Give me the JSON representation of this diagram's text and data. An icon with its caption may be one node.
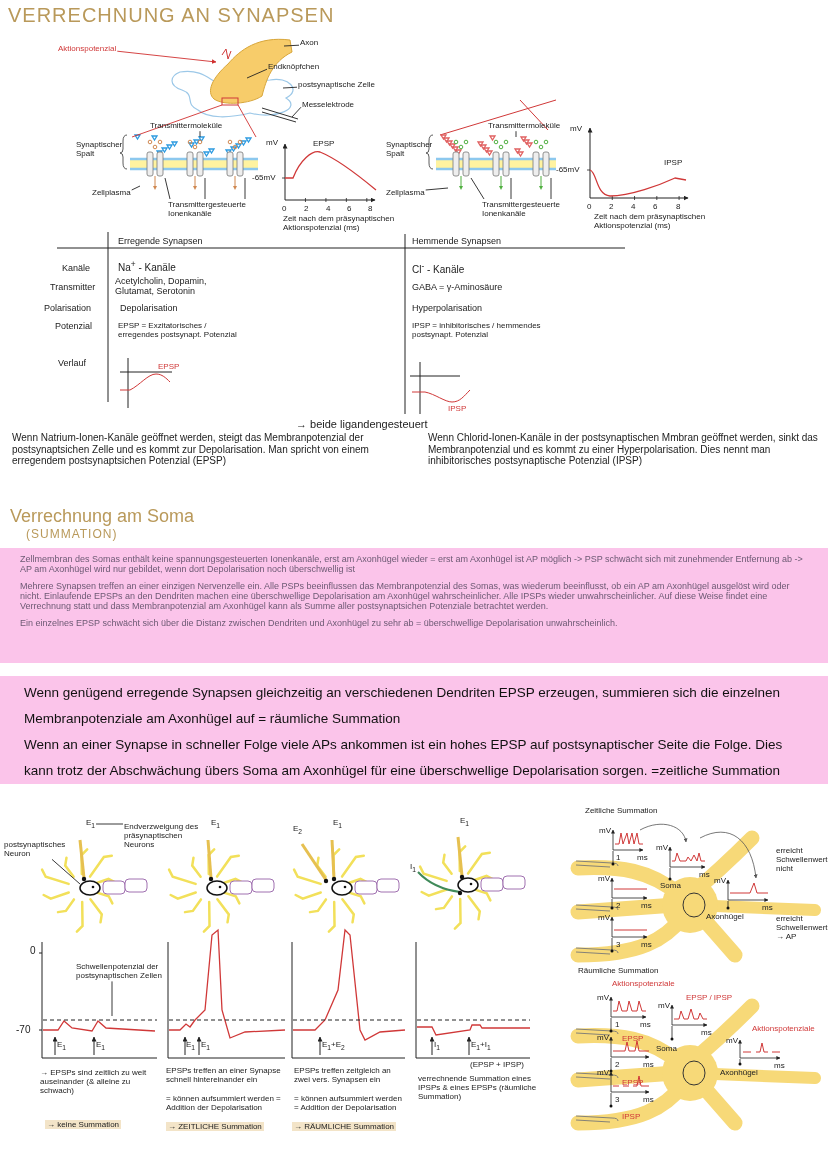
{
  "diagram": {
    "title": "VERRECHNUNG AN SYNAPSEN",
    "nodes": [
      {
        "text": [
          "Aktionspotenzial"
        ]
      },
      {
        "text": [
          "Axon"
        ]
      },
      {
        "text": [
          "Endknöpfchen"
        ]
      },
      {
        "text": [
          "postsynaptische Zelle"
        ]
      },
      {
        "text": [
          "Messelektrode"
        ]
      },
      {
        "text": [
          "Transmittermoleküle"
        ]
      },
      {
        "text": [
          "Zellplasma"
        ]
      },
      {
        "text": [
          "Transmittergesteuerte Ionenkanäle"
        ]
      },
      {
        "text": [
          "Transmittermoleküle"
        ]
      },
      {
        "text": [
          "Zellplasma"
        ]
      },
      {
        "text": [
          "Transmittergesteuerte Ionenkanäle"
        ]
      },
      {
        "text": [
          "Zellmembran des Somas enthält keine spannungsgesteuerten Ionenkanäle, erst am Axonhügel wieder = erst am Axonhügel ist AP möglich -> PSP schwächt sich mit zunehmender Entfernung ab -> AP am Axonhügel wird nur gebildet, wenn dort Depolarisation noch überschwellig ist",
          "Mehrere Synapsen treffen an einer einzigen Nervenzelle ein. Alle PSPs beeinflussen das Membranpotenzial des Somas, was wiederum beeinflusst, ob ein AP am Axonhügel ausgelöst wird oder nicht. Einlaufende EPSPs an den Dendriten machen eine überschwellige Depolarisation am Axonhügel wahrscheinlicher. Alle IPSPs wieder unwahrscheinlicher. Auf diese Weise findet eine Verrechnung statt und dass Membranpotenzial am Axonhügel kann als Summe aller postsynaptsichen Potenziale betrachtet werden.",
          "Ein einzelnes EPSP schwächt sich über die Distanz zwischen Dendriten und Axonhügel zu sehr ab = überschwellige Depolarisation unwahrscheinlich."
        ]
      },
      {
        "text": [
          "Wenn genügend erregende Synapsen gleichzeitig an verschiedenen Dendriten EPSP erzeugen, summieren sich die einzelnen Membranpotenziale am Axonhügel auf = räumliche Summation",
          "Wenn an einer Synapse in schneller Folge viele APs ankommen ist ein hohes EPSP auf postsynaptischer Seite die Folge. Dies kann trotz der Abschwächung übers Soma am Axonhügel für eine überschwellige Depolarisation sorgen. =zeitliche Summation"
        ]
      },
      {
        "text": [
          "Endverzweigung des präsynaptischen Neurons"
        ]
      },
      {
        "text": [
          "postsynaptisches Neuron"
        ]
      },
      {
        "text": [
          "Schwellenpotenzial der postsynaptischen Zellen"
        ]
      },
      {
        "text": [
          "E$_{1}$"
        ]
      },
      {
        "text": [],
        "shape": "picture"
      },
      {
        "text": [],
        "shape": "picture"
      },
      {
        "text": [],
        "shape": "picture"
      },
      {
        "text": [],
        "shape": "picture"
      }
    ],
    "edges": [
      {
        "from": 0,
        "to": 17,
        "arrow": "to",
        "color": "#d03030"
      },
      {
        "from": 1,
        "to": 17,
        "arrow": "none"
      },
      {
        "from": 2,
        "to": 17,
        "arrow": "none"
      },
      {
        "from": 3,
        "to": 17,
        "arrow": "none"
      },
      {
        "from": 4,
        "to": 17,
        "arrow": "none"
      },
      {
        "from": 5,
        "to": 18,
        "arrow": "none"
      },
      {
        "from": 6,
        "to": 18,
        "arrow": "none"
      },
      {
        "from": 7,
        "to": 18,
        "arrow": "none"
      },
      {
        "from": 7,
        "to": 18,
        "arrow": "none"
      },
      {
        "from": 7,
        "to": 18,
        "arrow": "none"
      },
      {
        "from": 8,
        "to": 19,
        "arrow": "none"
      },
      {
        "from": 9,
        "to": 19,
        "arrow": "none"
      },
      {
        "from": 10,
        "to": 19,
        "arrow": "none"
      },
      {
        "from": 10,
        "to": 19,
        "arrow": "none"
      },
      {
        "from": 10,
        "to": 19,
        "arrow": "none"
      },
      {
        "from": 13,
        "to": 16,
        "arrow": "none"
      },
      {
        "from": 14,
        "to": 20,
        "arrow": "none"
      },
      {
        "from": 15,
        "to": null,
        "arrow": "none"
      },
      {
        "from": 17,
        "to": 18,
        "arrow": "none",
        "color": "#d03030"
      },
      {
        "from": 17,
        "to": 18,
        "arrow": "none",
        "color": "#d03030"
      }
    ],
    "labels": [
      "Synaptischer Spalt",
      "mV",
      "-65mV",
      "EPSP",
      "0",
      "2",
      "4",
      "6",
      "8",
      "Zeit nach dem präsynaptischen Aktionspotenzial (ms)",
      "Synaptischer Spalt",
      "mV",
      "-65mV",
      "IPSP",
      "0",
      "2",
      "4",
      "6",
      "8",
      "Zeit nach dem präsynaptischen Aktionspotenzial (ms)",
      "Erregende Synapsen",
      "Hemmende Synapsen",
      "Kanäle",
      "Na$^{+}$ - Kanäle",
      "Cl$^{-}$ - Kanäle",
      "Transmitter",
      "Acetylcholin, Dopamin, Glutamat, Serotonin",
      "GABA = γ-Aminosäure",
      "Polarisation",
      "Depolarisation",
      "Hyperpolarisation",
      "Potenzial",
      "EPSP = Exzitatorisches / erregendes postsynapt. Potenzial",
      "IPSP = inhibitorisches / hemmendes postsynapt. Potenzial",
      "Verlauf",
      "EPSP",
      "IPSP",
      "→ beide ligandengesteuert",
      "Wenn Natrium-Ionen-Kanäle geöffnet werden, steigt das Membranpotenzial der postsynaptsichen Zelle und es kommt zur Depolarisation. Man spricht von einem erregendem postsynaptsichen Potenzial (EPSP)",
      "Wenn Chlorid-Ionen-Kanäle in der postsynaptischen Mmbran geöffnet werden, sinkt das Membranpotenzial und es kommt zu einer Hyperpolarisation. Dies nennt man inhibitorisches postsynaptische Potenzial (IPSP)",
      "Verrechnung am Soma",
      "(SUMMATION)",
      "E$_{1}$",
      "E$_{2}$",
      "E$_{1}$",
      "E$_{1}$",
      "I$_{1}$",
      "0",
      "-70",
      "E$_{1}$",
      "E$_{1}$",
      "E$_{1}$",
      "E$_{1}$",
      "E$_{1}$+E$_{2}$",
      "I$_{1}$",
      "E$_{1}$+I$_{1}$",
      "(EPSP + IPSP)",
      "→ EPSPs sind zeitlich zu weit auseinander (& alleine zu schwach)",
      "→ keine Summation",
      "EPSPs treffen an einer Synapse schnell hintereinander ein",
      "= können aufsummiert werden = Addition der Depolarisation",
      "→ ZEITLICHE Summation",
      "EPSPs treffen zeitgleich an zwei vers. Synapsen ein",
      "= können aufsummiert werden = Addition der Depolarisation",
      "→ RÄUMLICHE Summation",
      "verrechnende Summation eines IPSPs & eines EPSPs (räumliche Summation)",
      "Zeitliche Summation",
      "mV",
      "ms",
      "mV",
      "ms",
      "erreicht Schwellenwert nicht",
      "mV",
      "ms",
      "erreicht Schwellenwert → AP",
      "1",
      "Soma",
      "Axonhügel",
      "mV",
      "2",
      "ms",
      "mV",
      "3",
      "ms",
      "Räumliche Summation",
      "Aktionspotenziale",
      "mV",
      "EPSP / IPSP",
      "ms",
      "mV",
      "ms",
      "Aktionspotenziale",
      "1",
      "EPSP",
      "mV",
      "ms",
      "Soma",
      "Axonhügel",
      "mV",
      "2",
      "ms",
      "EPSP",
      "mV",
      "3",
      "ms",
      "IPSP"
    ]
  }
}
